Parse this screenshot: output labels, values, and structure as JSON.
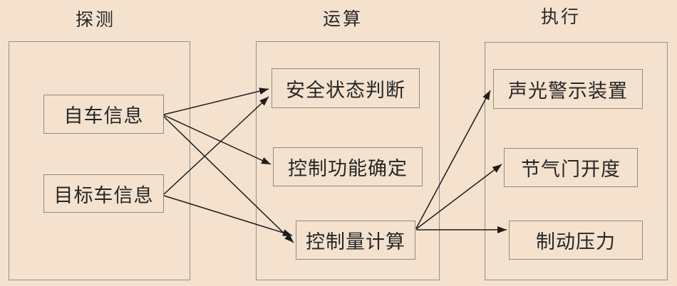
{
  "diagram": {
    "columns": [
      {
        "header": "探测",
        "nodes": [
          "自车信息",
          "目标车信息"
        ]
      },
      {
        "header": "运算",
        "nodes": [
          "安全状态判断",
          "控制功能确定",
          "控制量计算"
        ]
      },
      {
        "header": "执行",
        "nodes": [
          "声光警示装置",
          "节气门开度",
          "制动压力"
        ]
      }
    ],
    "edges": [
      {
        "from": "自车信息",
        "to": "安全状态判断"
      },
      {
        "from": "自车信息",
        "to": "控制功能确定"
      },
      {
        "from": "自车信息",
        "to": "控制量计算"
      },
      {
        "from": "目标车信息",
        "to": "安全状态判断"
      },
      {
        "from": "目标车信息",
        "to": "控制量计算"
      },
      {
        "from": "控制量计算",
        "to": "声光警示装置"
      },
      {
        "from": "控制量计算",
        "to": "节气门开度"
      },
      {
        "from": "控制量计算",
        "to": "制动压力"
      }
    ],
    "colors": {
      "background": "#f4e2ce",
      "outer_box_border": "#8f8f8f",
      "node_border": "#95897a",
      "text": "#262626",
      "arrow": "#1c1c1c"
    }
  }
}
